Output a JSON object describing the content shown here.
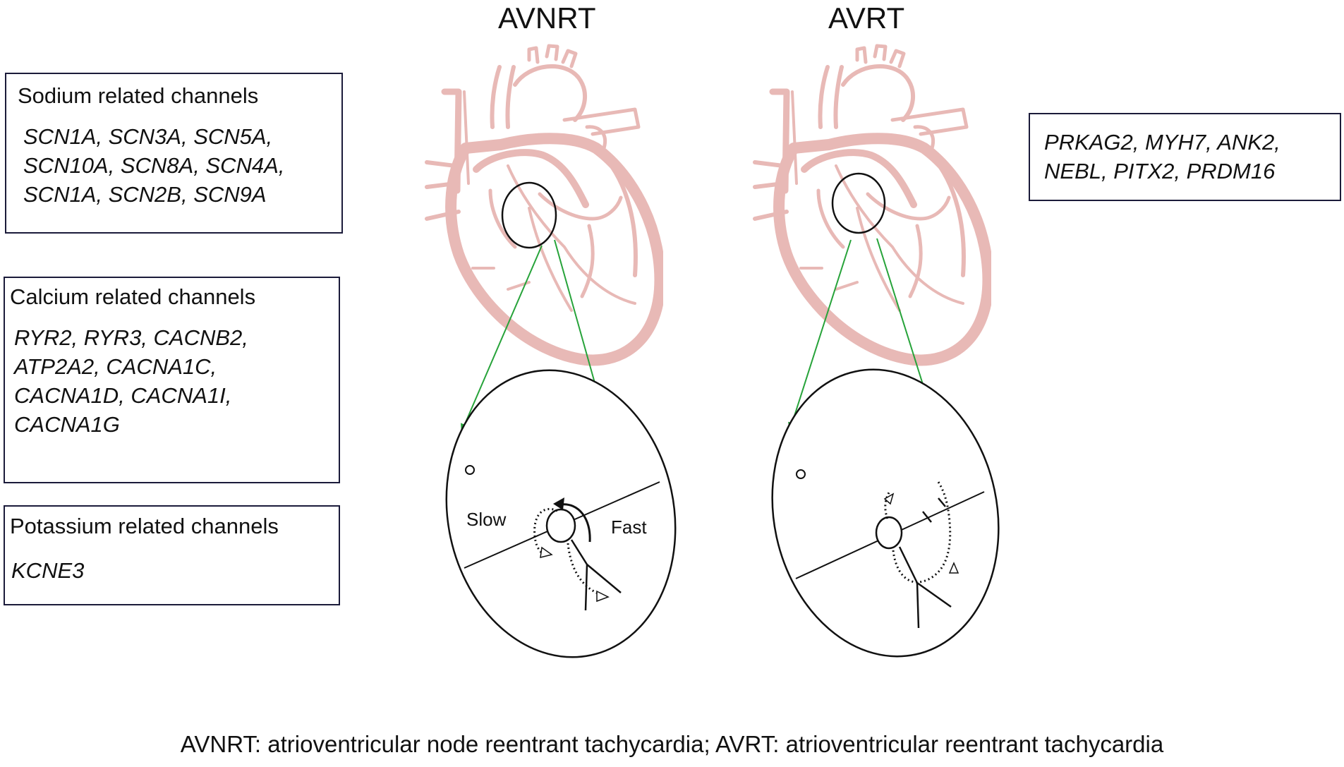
{
  "titles": {
    "left": "AVNRT",
    "right": "AVRT"
  },
  "sodium": {
    "heading": "Sodium related channels",
    "lines": [
      "SCN1A, SCN3A, SCN5A,",
      "SCN10A, SCN8A, SCN4A,",
      "SCN1A, SCN2B, SCN9A"
    ]
  },
  "calcium": {
    "heading": "Calcium related channels",
    "lines": [
      "RYR2, RYR3, CACNB2,",
      "ATP2A2, CACNA1C,",
      "CACNA1D, CACNA1I,",
      "CACNA1G"
    ]
  },
  "potassium": {
    "heading": "Potassium related channels",
    "lines": [
      "KCNE3"
    ]
  },
  "avrt_genes": {
    "lines": [
      "PRKAG2, MYH7, ANK2,",
      "NEBL, PITX2, PRDM16"
    ]
  },
  "avnrt_inset": {
    "slow_label": "Slow",
    "fast_label": "Fast"
  },
  "caption": "AVNRT: atrioventricular node reentrant tachycardia; AVRT: atrioventricular reentrant tachycardia",
  "colors": {
    "heart": "#e8b9b6",
    "arrow": "#27a33a",
    "box_border": "#1b1b3a"
  }
}
